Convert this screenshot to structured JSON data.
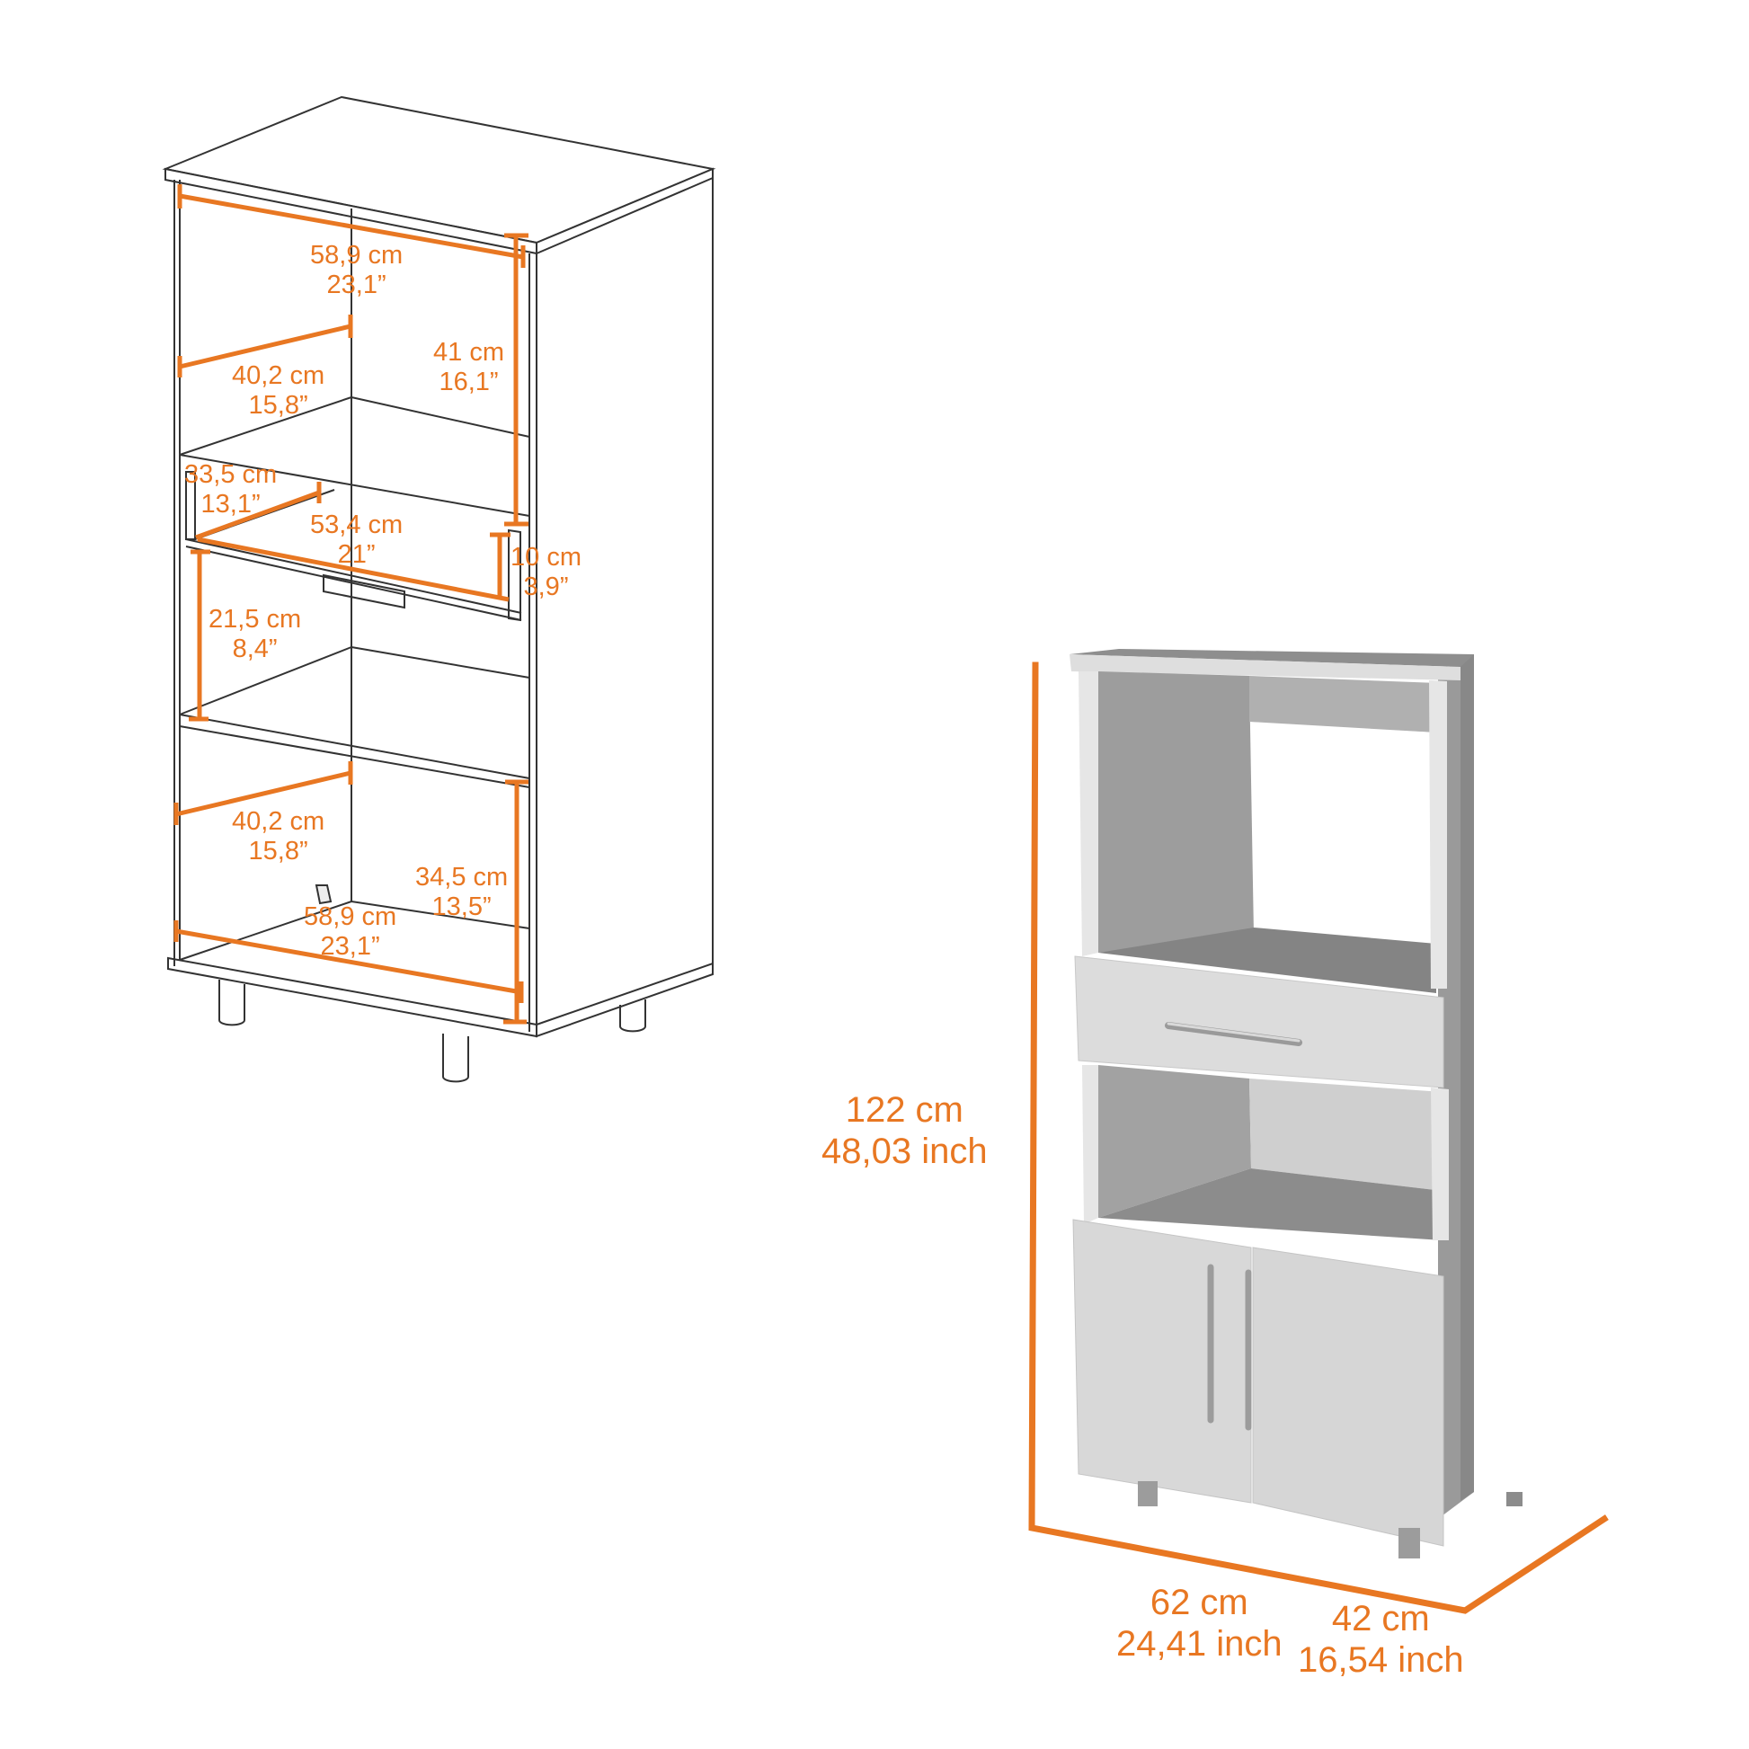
{
  "colors": {
    "dimension": "#e87722",
    "outline": "#333333",
    "cabinet_light": "#dcdcdc",
    "cabinet_mid": "#a6a6a6",
    "cabinet_dark": "#8a8a8a"
  },
  "line_drawing": {
    "top_width": {
      "cm": "58,9 cm",
      "inch": "23,1”"
    },
    "upper_depth": {
      "cm": "40,2 cm",
      "inch": "15,8”"
    },
    "upper_height": {
      "cm": "41 cm",
      "inch": "16,1”"
    },
    "drawer_depth": {
      "cm": "33,5 cm",
      "inch": "13,1”"
    },
    "drawer_width": {
      "cm": "53,4 cm",
      "inch": "21”"
    },
    "drawer_height": {
      "cm": "10 cm",
      "inch": "3,9”"
    },
    "middle_height": {
      "cm": "21,5 cm",
      "inch": "8,4”"
    },
    "lower_depth": {
      "cm": "40,2 cm",
      "inch": "15,8”"
    },
    "lower_height": {
      "cm": "34,5 cm",
      "inch": "13,5”"
    },
    "bottom_width": {
      "cm": "58,9 cm",
      "inch": "23,1”"
    }
  },
  "product_render": {
    "height": {
      "cm": "122 cm",
      "inch": "48,03 inch"
    },
    "width": {
      "cm": "62 cm",
      "inch": "24,41 inch"
    },
    "depth": {
      "cm": "42 cm",
      "inch": "16,54 inch"
    }
  }
}
